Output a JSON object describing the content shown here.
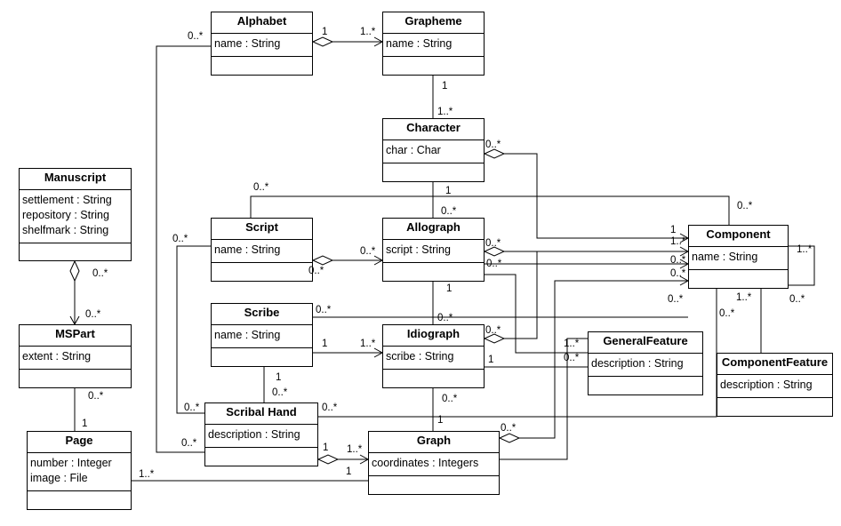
{
  "classes": {
    "alphabet": {
      "name": "Alphabet",
      "attrs": [
        "name : String"
      ]
    },
    "grapheme": {
      "name": "Grapheme",
      "attrs": [
        "name : String"
      ]
    },
    "character": {
      "name": "Character",
      "attrs": [
        "char : Char"
      ]
    },
    "manuscript": {
      "name": "Manuscript",
      "attrs": [
        "settlement : String",
        "repository : String",
        "shelfmark : String"
      ]
    },
    "script": {
      "name": "Script",
      "attrs": [
        "name : String"
      ]
    },
    "allograph": {
      "name": "Allograph",
      "attrs": [
        "script : String"
      ]
    },
    "component": {
      "name": "Component",
      "attrs": [
        "name : String"
      ]
    },
    "scribe": {
      "name": "Scribe",
      "attrs": [
        "name : String"
      ]
    },
    "idiograph": {
      "name": "Idiograph",
      "attrs": [
        "scribe : String"
      ]
    },
    "generalfeature": {
      "name": "GeneralFeature",
      "attrs": [
        "description : String"
      ]
    },
    "componentfeature": {
      "name": "ComponentFeature",
      "attrs": [
        "description : String"
      ]
    },
    "mspart": {
      "name": "MSPart",
      "attrs": [
        "extent : String"
      ]
    },
    "scribalhand": {
      "name": "Scribal Hand",
      "attrs": [
        "description : String"
      ]
    },
    "page": {
      "name": "Page",
      "attrs": [
        "number : Integer",
        "image : File"
      ]
    },
    "graph": {
      "name": "Graph",
      "attrs": [
        "coordinates : Integers"
      ]
    }
  },
  "multiplicities": [
    "0..*",
    "1",
    "1..*",
    "1",
    "1..*",
    "0..*",
    "0..*",
    "1",
    "0..*",
    "0..*",
    "0..*",
    "1",
    "1..*",
    "0..*",
    "0..*",
    "0..*",
    "0..*",
    "0..*",
    "0..*",
    "0..*",
    "0..*",
    "0..*",
    "1..*",
    "1..*",
    "0..*",
    "0..*",
    "1",
    "0..*",
    "1",
    "1..*",
    "1",
    "1..*",
    "0..*",
    "0..*",
    "0..*",
    "1",
    "0..*",
    "0..*",
    "0..*",
    "0..*",
    "1",
    "0..*",
    "1",
    "1..*",
    "1",
    "1..*",
    "0..*",
    "1",
    "0..*"
  ]
}
